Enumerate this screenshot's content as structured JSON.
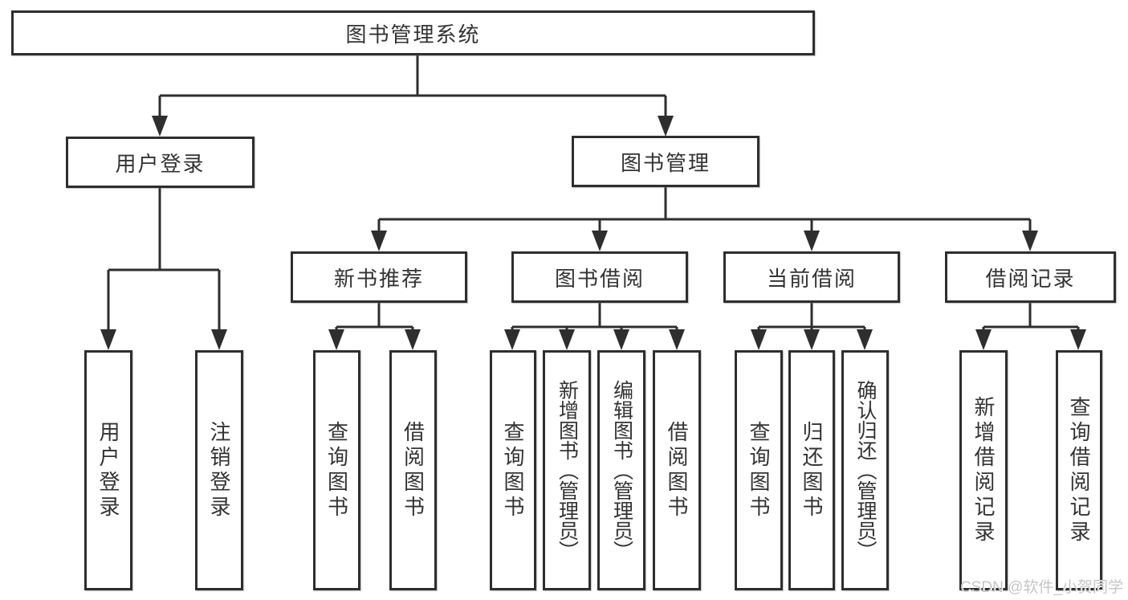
{
  "diagram": {
    "root": "图书管理系统",
    "level2": [
      {
        "label": "用户登录",
        "children": [
          "用户登录",
          "注销登录"
        ]
      },
      {
        "label": "图书管理",
        "children": [
          {
            "label": "新书推荐",
            "children": [
              "查询图书",
              "借阅图书"
            ]
          },
          {
            "label": "图书借阅",
            "children": [
              "查询图书",
              "新增图书（管理员）",
              "编辑图书（管理员）",
              "借阅图书"
            ]
          },
          {
            "label": "当前借阅",
            "children": [
              "查询图书",
              "归还图书",
              "确认归还（管理员）"
            ]
          },
          {
            "label": "借阅记录",
            "children": [
              "新增借阅记录",
              "查询借阅记录"
            ]
          }
        ]
      }
    ]
  },
  "watermark": {
    "text": "CSDN @软件_小贺同学"
  },
  "colors": {
    "line": "#2e2e2e",
    "box_border": "#2e2e2e",
    "text": "#333333",
    "box_background": "#ffffff",
    "page_background": "#ffffff",
    "watermark": "#c6c6c6"
  }
}
